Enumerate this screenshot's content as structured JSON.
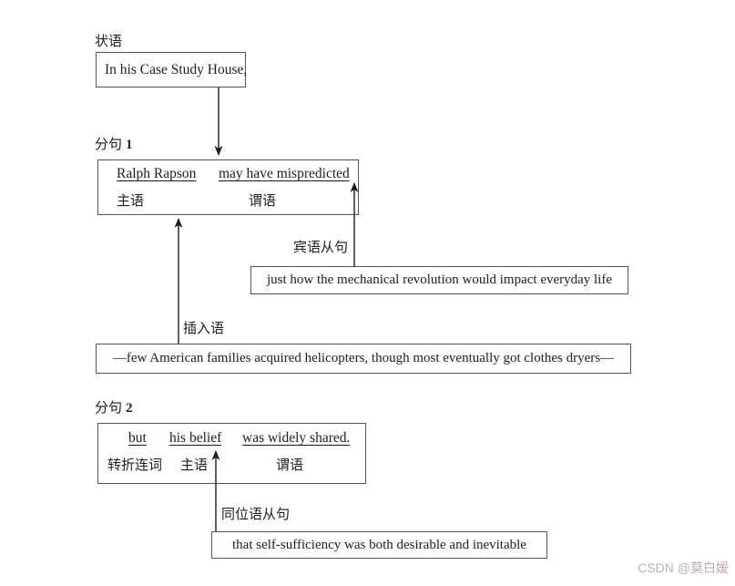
{
  "diagram": {
    "adverbial": {
      "label": "状语",
      "text": "In his Case Study House,"
    },
    "clause1": {
      "label_prefix": "分句",
      "label_number": "1",
      "subject_text": "Ralph Rapson",
      "subject_role": "主语",
      "predicate_text": "may have mispredicted",
      "predicate_role": "谓语"
    },
    "object_clause": {
      "label": "宾语从句",
      "text": "just how the mechanical revolution would impact everyday life"
    },
    "parenthetical": {
      "label": "插入语",
      "text": "—few American families acquired helicopters, though most eventually got clothes dryers—"
    },
    "clause2": {
      "label_prefix": "分句",
      "label_number": "2",
      "conjunction_text": "but",
      "conjunction_role": "转折连词",
      "subject_text": "his belief",
      "subject_role": "主语",
      "predicate_text": "was widely shared.",
      "predicate_role": "谓语"
    },
    "appositive_clause": {
      "label": "同位语从句",
      "text": "that self-sufficiency was both desirable and inevitable"
    }
  },
  "colors": {
    "line": "#1c1c1c",
    "border": "#555555",
    "text": "#1e1e1e",
    "watermark_gray": "#b3b3b3",
    "watermark_name": "#c5a9b4"
  },
  "watermark": {
    "prefix": "CSDN @",
    "name": "莫白媛"
  }
}
